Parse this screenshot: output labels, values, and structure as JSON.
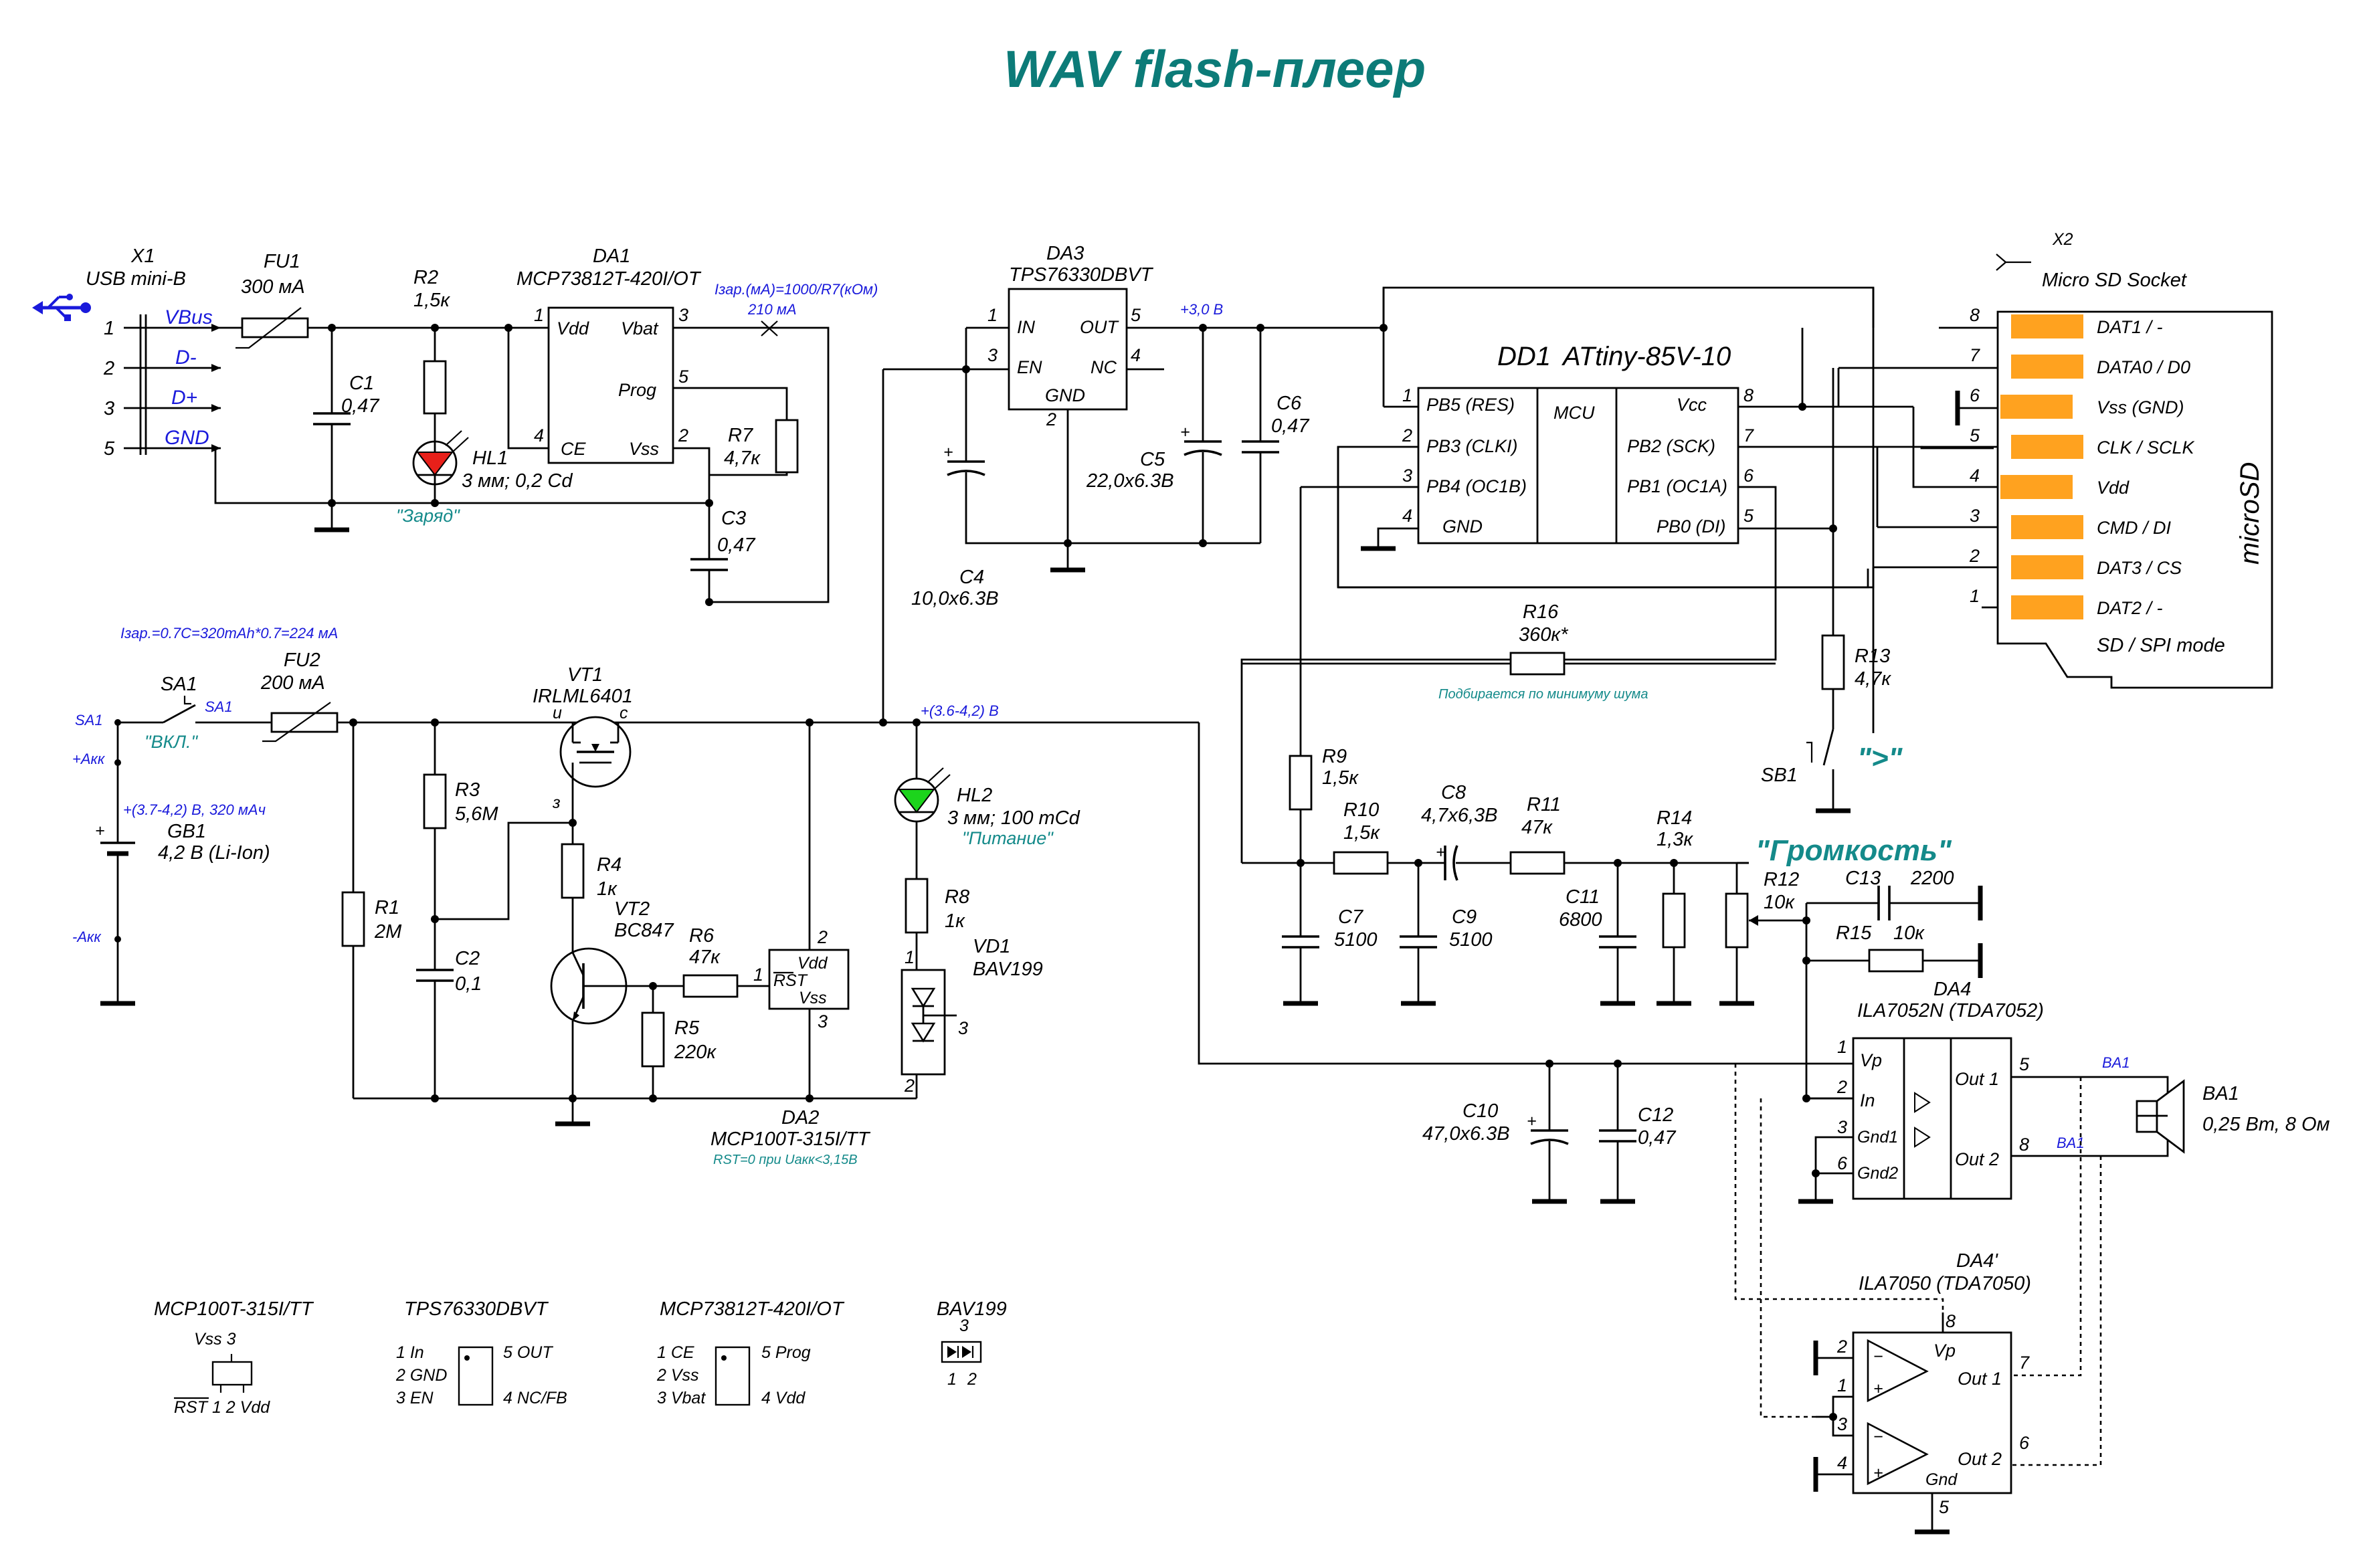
{
  "title": "WAV flash-плеер",
  "colors": {
    "title": "#0c7b78",
    "note": "#1a1adb",
    "annotation": "#148a8a",
    "sd_pad": "#ffa21f",
    "led_red": "#e8201a",
    "led_green": "#1cd41c"
  },
  "icons": {
    "usb": "usb-icon",
    "speaker": "speaker-icon",
    "switch": "switch-icon"
  },
  "usb": {
    "ref": "X1",
    "name": "USB mini-B",
    "pins": [
      "1",
      "2",
      "3",
      "5"
    ],
    "signals": [
      "VBus",
      "D-",
      "D+",
      "GND"
    ]
  },
  "fu1": {
    "ref": "FU1",
    "value": "300 мА"
  },
  "r2": {
    "ref": "R2",
    "value": "1,5к"
  },
  "c1": {
    "ref": "C1",
    "value": "0,47"
  },
  "hl1": {
    "ref": "HL1",
    "value": "3 мм; 0,2 Cd",
    "label": "\"Заряд\""
  },
  "da1": {
    "ref": "DA1",
    "part": "MCP73812T-420I/OT",
    "pins": {
      "vdd": "Vdd",
      "vbat": "Vbat",
      "prog": "Prog",
      "ce": "CE",
      "vss": "Vss",
      "n1": "1",
      "n3": "3",
      "n5": "5",
      "n4": "4",
      "n2": "2"
    }
  },
  "charge_formula": "Iзар.(мА)=1000/R7(кОм)",
  "charge_current": "210 мА",
  "r7": {
    "ref": "R7",
    "value": "4,7к"
  },
  "c3": {
    "ref": "C3",
    "value": "0,47"
  },
  "charge_note": "Iзар.=0.7C=320mAh*0.7=224 мА",
  "da3": {
    "ref": "DA3",
    "part": "TPS76330DBVT",
    "pins": {
      "in": "IN",
      "en": "EN",
      "out": "OUT",
      "nc": "NC",
      "gnd": "GND",
      "n1": "1",
      "n3": "3",
      "n5": "5",
      "n4": "4",
      "n2": "2"
    }
  },
  "rail_3v": "+3,0 В",
  "c4": {
    "ref": "C4",
    "value": "10,0x6.3B"
  },
  "c5": {
    "ref": "C5",
    "value": "22,0x6.3B"
  },
  "c6": {
    "ref": "C6",
    "value": "0,47"
  },
  "dd1": {
    "ref": "DD1",
    "part": "ATtiny-85V-10",
    "mcu": "MCU",
    "left_pins": [
      {
        "num": "1",
        "name": "PB5 (RES)"
      },
      {
        "num": "2",
        "name": "PB3 (CLKI)"
      },
      {
        "num": "3",
        "name": "PB4 (OC1B)"
      },
      {
        "num": "4",
        "name": "GND"
      }
    ],
    "right_pins": [
      {
        "num": "8",
        "name": "Vcc"
      },
      {
        "num": "7",
        "name": "PB2 (SCK)"
      },
      {
        "num": "6",
        "name": "PB1 (OC1A)"
      },
      {
        "num": "5",
        "name": "PB0 (DI)"
      }
    ]
  },
  "x2": {
    "ref": "X2",
    "name": "Micro SD Socket",
    "side_label": "microSD",
    "mode": "SD / SPI mode",
    "pins": [
      {
        "num": "8",
        "name": "DAT1 / -"
      },
      {
        "num": "7",
        "name": "DATA0 / D0"
      },
      {
        "num": "6",
        "name": "Vss (GND)"
      },
      {
        "num": "5",
        "name": "CLK / SCLK"
      },
      {
        "num": "4",
        "name": "Vdd"
      },
      {
        "num": "3",
        "name": "CMD / DI"
      },
      {
        "num": "2",
        "name": "DAT3 / CS"
      },
      {
        "num": "1",
        "name": "DAT2 / -"
      }
    ]
  },
  "r16": {
    "ref": "R16",
    "value": "360к*",
    "note": "Подбирается по минимуму шума"
  },
  "r13": {
    "ref": "R13",
    "value": "4,7к"
  },
  "sb1": {
    "ref": "SB1",
    "label": "\">\""
  },
  "sa1": {
    "ref": "SA1",
    "label": "\"ВКЛ.\""
  },
  "fu2": {
    "ref": "FU2",
    "value": "200 мА"
  },
  "batt": {
    "plus": "+Акк",
    "minus": "-Акк",
    "note": "+(3.7-4,2) В, 320 мАч",
    "ref": "GB1",
    "value": "4,2 В (Li-Ion)"
  },
  "vt1": {
    "ref": "VT1",
    "part": "IRLML6401",
    "pin_d": "и",
    "pin_s": "с",
    "pin_g": "з"
  },
  "rail_batt": "+(3.6-4,2) В",
  "r1": {
    "ref": "R1",
    "value": "2M"
  },
  "r3": {
    "ref": "R3",
    "value": "5,6M"
  },
  "c2": {
    "ref": "C2",
    "value": "0,1"
  },
  "r4": {
    "ref": "R4",
    "value": "1к"
  },
  "vt2": {
    "ref": "VT2",
    "part": "BC847"
  },
  "r5": {
    "ref": "R5",
    "value": "220к"
  },
  "r6": {
    "ref": "R6",
    "value": "47к"
  },
  "da2": {
    "ref": "DA2",
    "part": "MCP100T-315I/TT",
    "note": "RST=0  при Uакк<3,15В",
    "pins": {
      "vdd": "Vdd",
      "rst": "RST",
      "vss": "Vss",
      "n1": "1",
      "n2": "2",
      "n3": "3"
    }
  },
  "hl2": {
    "ref": "HL2",
    "value": "3 мм; 100 mCd",
    "label": "\"Питание\""
  },
  "r8": {
    "ref": "R8",
    "value": "1к"
  },
  "vd1": {
    "ref": "VD1",
    "part": "BAV199",
    "pins": [
      "1",
      "3",
      "2"
    ]
  },
  "r9": {
    "ref": "R9",
    "value": "1,5к"
  },
  "r10": {
    "ref": "R10",
    "value": "1,5к"
  },
  "c8": {
    "ref": "C8",
    "value": "4,7x6,3B"
  },
  "r11": {
    "ref": "R11",
    "value": "47к"
  },
  "r14": {
    "ref": "R14",
    "value": "1,3к"
  },
  "c7": {
    "ref": "C7",
    "value": "5100"
  },
  "c9": {
    "ref": "C9",
    "value": "5100"
  },
  "c11": {
    "ref": "C11",
    "value": "6800"
  },
  "volume": "\"Громкость\"",
  "r12": {
    "ref": "R12",
    "value": "10к"
  },
  "c13": {
    "ref": "C13",
    "value": "2200"
  },
  "r15": {
    "ref": "R15",
    "value": "10к"
  },
  "da4": {
    "ref": "DA4",
    "part": "ILA7052N (TDA7052)",
    "pins": {
      "vp": "Vp",
      "in": "In",
      "gnd1": "Gnd1",
      "gnd2": "Gnd2",
      "out1": "Out 1",
      "out2": "Out 2",
      "n1": "1",
      "n2": "2",
      "n3": "3",
      "n6": "6",
      "n5": "5",
      "n8": "8"
    }
  },
  "ba1": {
    "ref": "BA1",
    "value": "0,25 Вт, 8 Ом",
    "net": "BA1"
  },
  "c10": {
    "ref": "C10",
    "value": "47,0x6.3B"
  },
  "c12": {
    "ref": "C12",
    "value": "0,47"
  },
  "da4b": {
    "ref": "DA4'",
    "part": "ILA7050 (TDA7050)",
    "pins": {
      "vp": "Vp",
      "gnd": "Gnd",
      "out1": "Out 1",
      "out2": "Out 2",
      "n8": "8",
      "n2": "2",
      "n1": "1",
      "n3": "3",
      "n4": "4",
      "n7": "7",
      "n6": "6",
      "n5": "5"
    }
  },
  "packages": [
    {
      "name": "MCP100T-315I/TT",
      "lines": [
        "Vss 3",
        "RST 1 2 Vdd"
      ]
    },
    {
      "name": "TPS76330DBVT",
      "left": [
        "1 In",
        "2 GND",
        "3 EN"
      ],
      "right": [
        "5 OUT",
        "4 NC/FB"
      ]
    },
    {
      "name": "MCP73812T-420I/OT",
      "left": [
        "1 CE",
        "2 Vss",
        "3 Vbat"
      ],
      "right": [
        "5 Prog",
        "4 Vdd"
      ]
    },
    {
      "name": "BAV199",
      "top": "3",
      "bottom": [
        "1",
        "2"
      ]
    }
  ]
}
